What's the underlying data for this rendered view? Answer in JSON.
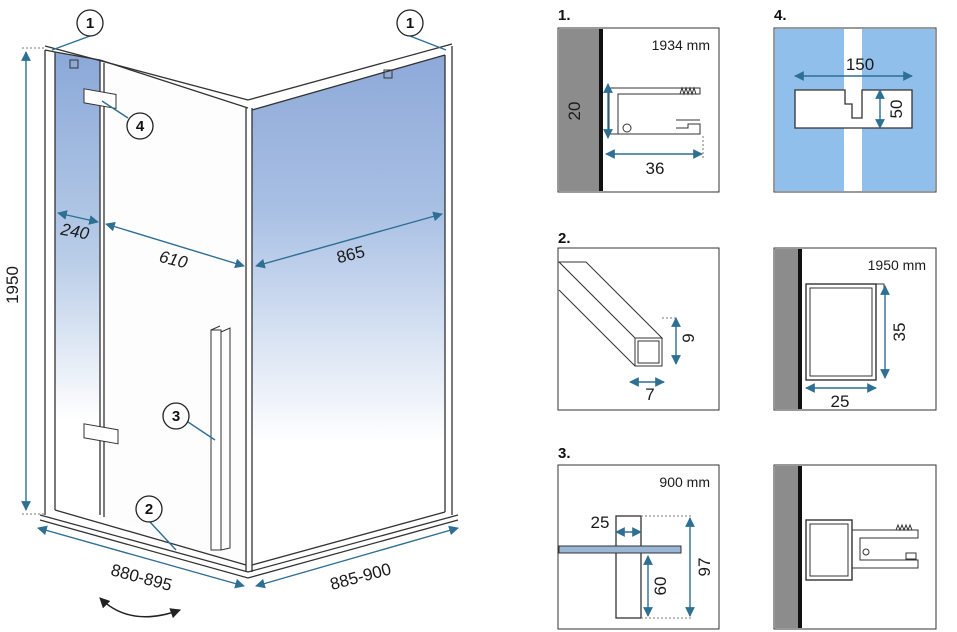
{
  "main": {
    "height_label": "1950",
    "side_label": "240",
    "door_label": "610",
    "right_label": "865",
    "front_range": "880-895",
    "side_range": "885-900",
    "callouts": [
      "1",
      "1",
      "2",
      "3",
      "4"
    ]
  },
  "details": {
    "d1": {
      "title": "1.",
      "length": "1934 mm",
      "height": "20",
      "width": "36"
    },
    "d2": {
      "title": "2.",
      "height": "9",
      "width": "7"
    },
    "d3": {
      "title": "3.",
      "length": "900 mm",
      "width": "25",
      "height": "97",
      "lower": "60"
    },
    "d4": {
      "title": "4.",
      "width": "150",
      "height": "50"
    },
    "d5": {
      "length": "1950 mm",
      "height": "35",
      "width": "25"
    }
  },
  "colors": {
    "glass": "#8fb0dc",
    "accent": "#2e6f93",
    "wall": "#8c8c8c",
    "panel_blue": "#8fbfea"
  }
}
